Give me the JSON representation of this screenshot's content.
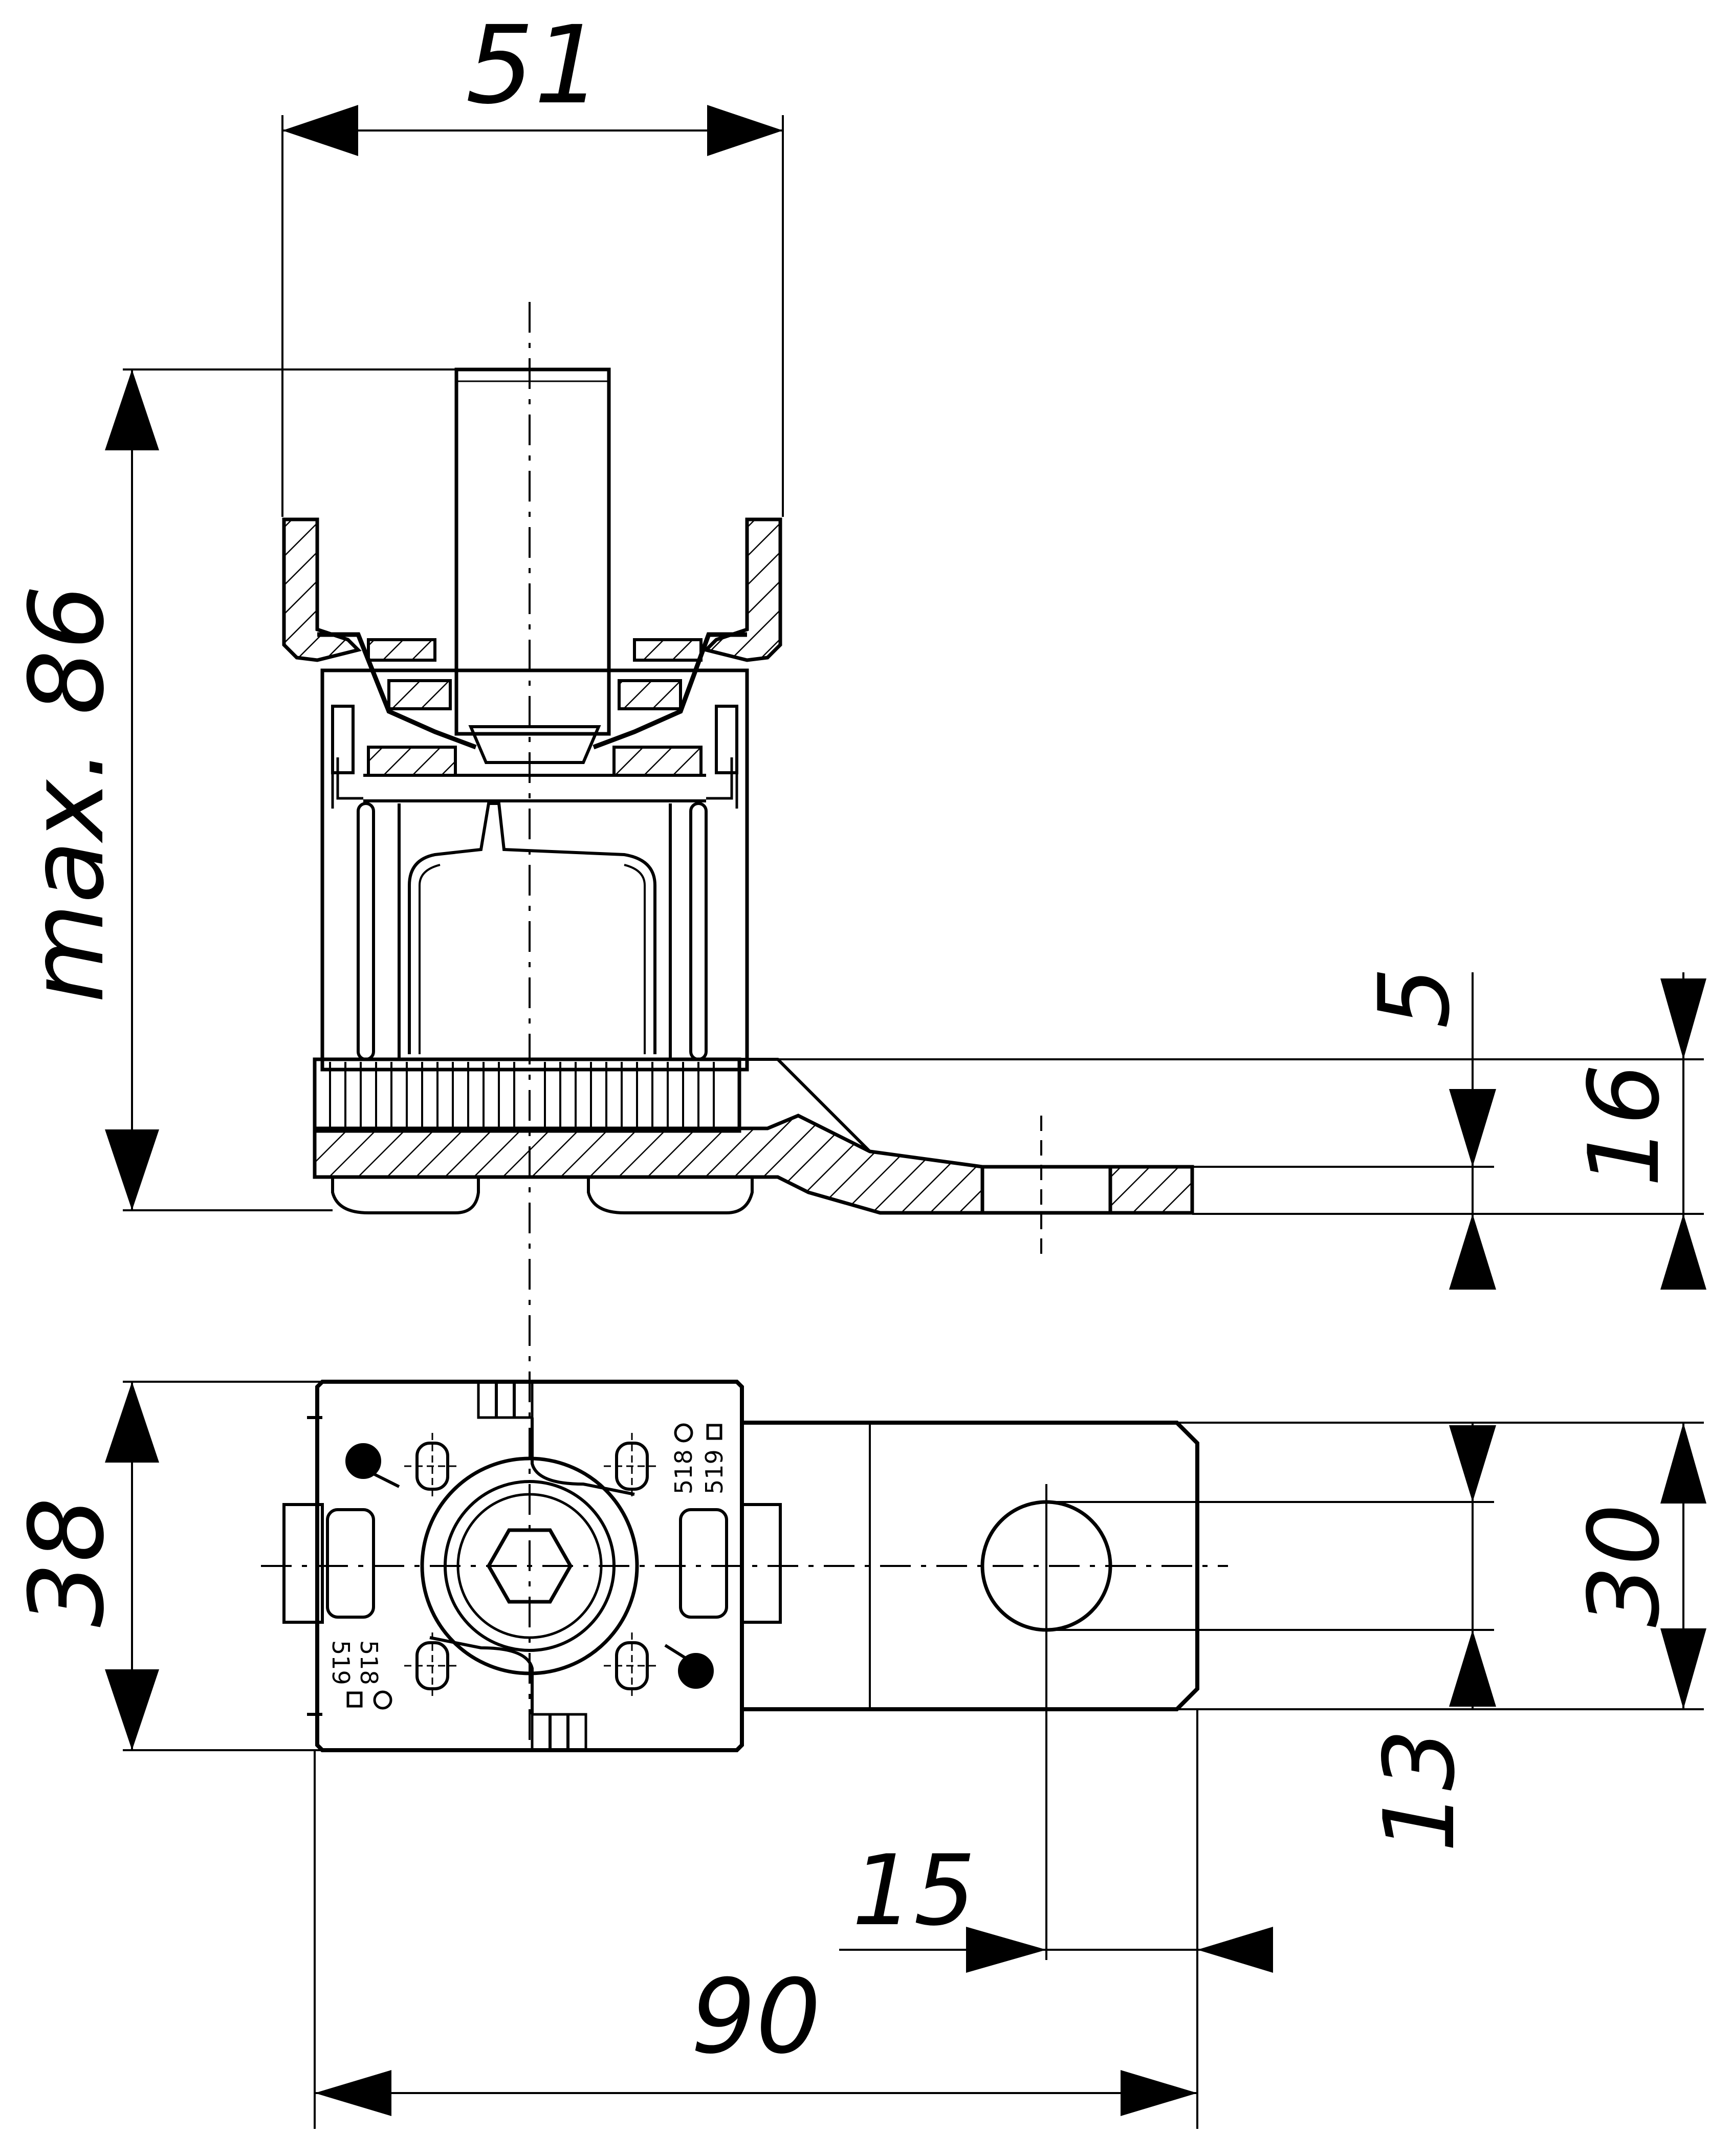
{
  "dimensions": {
    "width_top": "51",
    "height_max": "max. 86",
    "offset_small": "5",
    "tab_thickness": "16",
    "base_width": "38",
    "tab_width": "30",
    "hole_offset": "13",
    "hole_edge": "15",
    "total_length": "90"
  },
  "markings": {
    "mark_518": "518",
    "mark_519": "519"
  }
}
